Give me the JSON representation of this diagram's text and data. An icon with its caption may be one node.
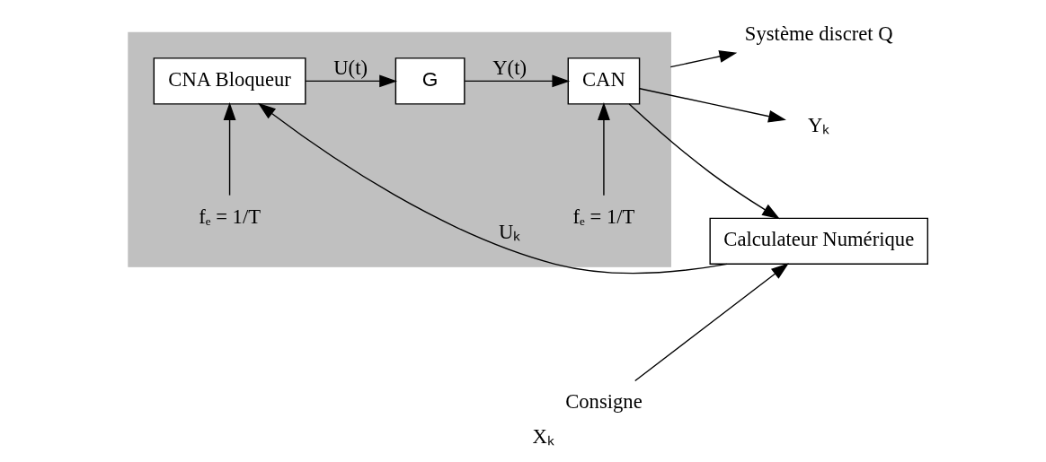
{
  "diagram": {
    "nodes": [
      {
        "text": [],
        "shape": "box"
      },
      {
        "text": [
          "fₑ = 1/T"
        ],
        "in": 0
      },
      {
        "text": [
          "fₑ = 1/T"
        ],
        "in": 0
      },
      {
        "text": [
          "CNA Bloqueur"
        ],
        "in": 0
      },
      {
        "text": [
          "G"
        ],
        "in": 0
      },
      {
        "text": [
          "CAN"
        ],
        "in": 0
      },
      {
        "text": [
          "Calculateur Numérique"
        ]
      },
      {
        "text": [
          "Système discret Q"
        ]
      },
      {
        "text": [
          "Yₖ"
        ]
      },
      {
        "text": [
          "Consigne"
        ],
        "beside": [
          "Xₖ"
        ]
      }
    ],
    "edges": [
      {
        "from": 0,
        "to": 7,
        "arrow": "to"
      },
      {
        "from": 1,
        "to": 3,
        "arrow": "to"
      },
      {
        "from": 2,
        "to": 5,
        "arrow": "to"
      },
      {
        "from": 3,
        "to": 4,
        "arrow": "to",
        "label": "U(t)"
      },
      {
        "from": 4,
        "to": 5,
        "arrow": "to",
        "label": "Y(t)"
      },
      {
        "from": 5,
        "to": 8,
        "arrow": "to"
      },
      {
        "from": 5,
        "to": 6,
        "arrow": "to"
      },
      {
        "from": 6,
        "to": 3,
        "arrow": "to",
        "label": "Uₖ"
      },
      {
        "from": 9,
        "to": 6,
        "arrow": "to"
      }
    ]
  }
}
